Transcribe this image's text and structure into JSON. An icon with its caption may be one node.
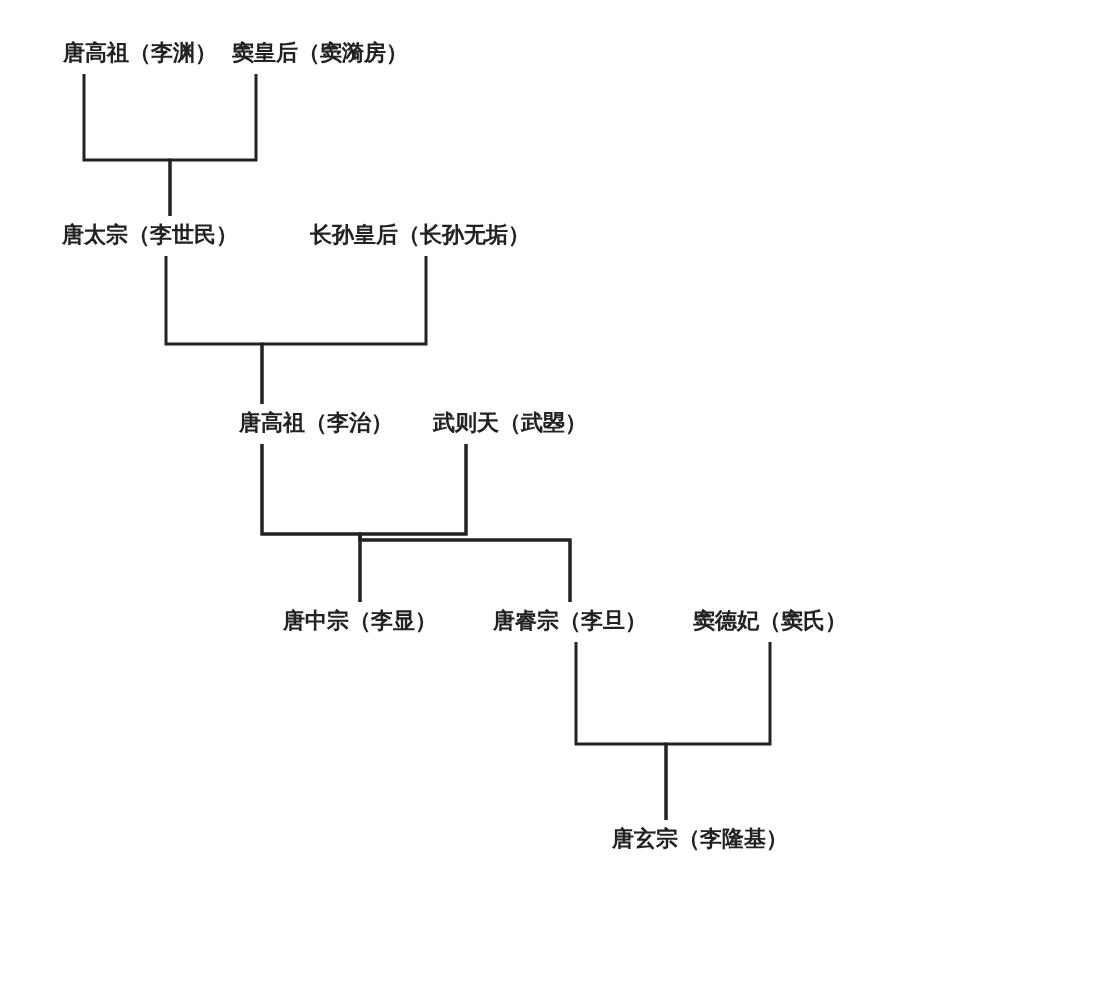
{
  "diagram": {
    "nodes": [
      {
        "text": [
          "唐高祖（李渊）"
        ]
      },
      {
        "text": [
          "窦皇后（窦漪房）"
        ]
      },
      {
        "text": [
          "唐太宗（李世民）"
        ]
      },
      {
        "text": [
          "长孙皇后（长孙无垢）"
        ]
      },
      {
        "text": [
          "唐高祖（李治）"
        ]
      },
      {
        "text": [
          "武则天（武曌）"
        ]
      },
      {
        "text": [
          "唐中宗（李显）"
        ]
      },
      {
        "text": [
          "唐睿宗（李旦）"
        ]
      },
      {
        "text": [
          "窦德妃（窦氏）"
        ]
      },
      {
        "text": [
          "唐玄宗（李隆基）"
        ]
      }
    ],
    "edges": [
      {
        "from": 0,
        "to": 2,
        "arrow": "none"
      },
      {
        "from": 1,
        "to": 2,
        "arrow": "none"
      },
      {
        "from": 2,
        "to": 4,
        "arrow": "none"
      },
      {
        "from": 3,
        "to": 4,
        "arrow": "none"
      },
      {
        "from": 4,
        "to": 6,
        "arrow": "none"
      },
      {
        "from": 5,
        "to": 6,
        "arrow": "none"
      },
      {
        "from": 4,
        "to": 7,
        "arrow": "none"
      },
      {
        "from": 5,
        "to": 7,
        "arrow": "none"
      },
      {
        "from": 7,
        "to": 9,
        "arrow": "none"
      },
      {
        "from": 8,
        "to": 9,
        "arrow": "none"
      }
    ]
  }
}
